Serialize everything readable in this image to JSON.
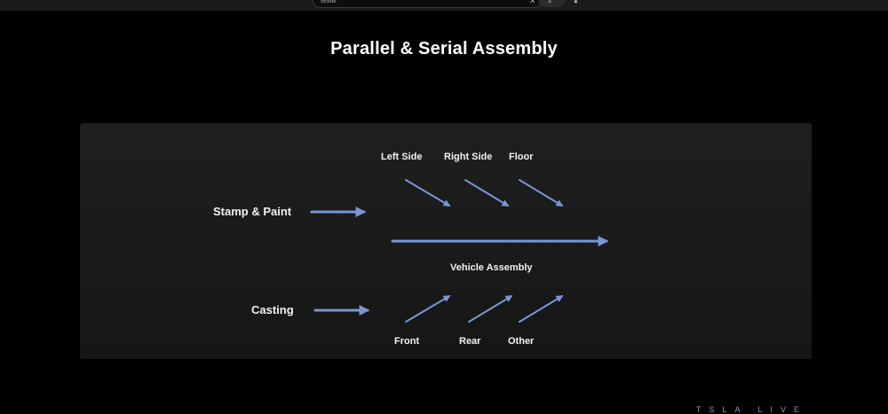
{
  "browser": {
    "search_value": "tesla"
  },
  "slide": {
    "title": "Parallel & Serial Assembly",
    "inputs": {
      "top": "Stamp & Paint",
      "bottom": "Casting"
    },
    "top_modules": [
      "Left Side",
      "Right Side",
      "Floor"
    ],
    "bottom_modules": [
      "Front",
      "Rear",
      "Other"
    ],
    "main_line": "Vehicle Assembly",
    "arrow_color": "#7a96d8"
  },
  "watermark": "TSLA LIVE"
}
